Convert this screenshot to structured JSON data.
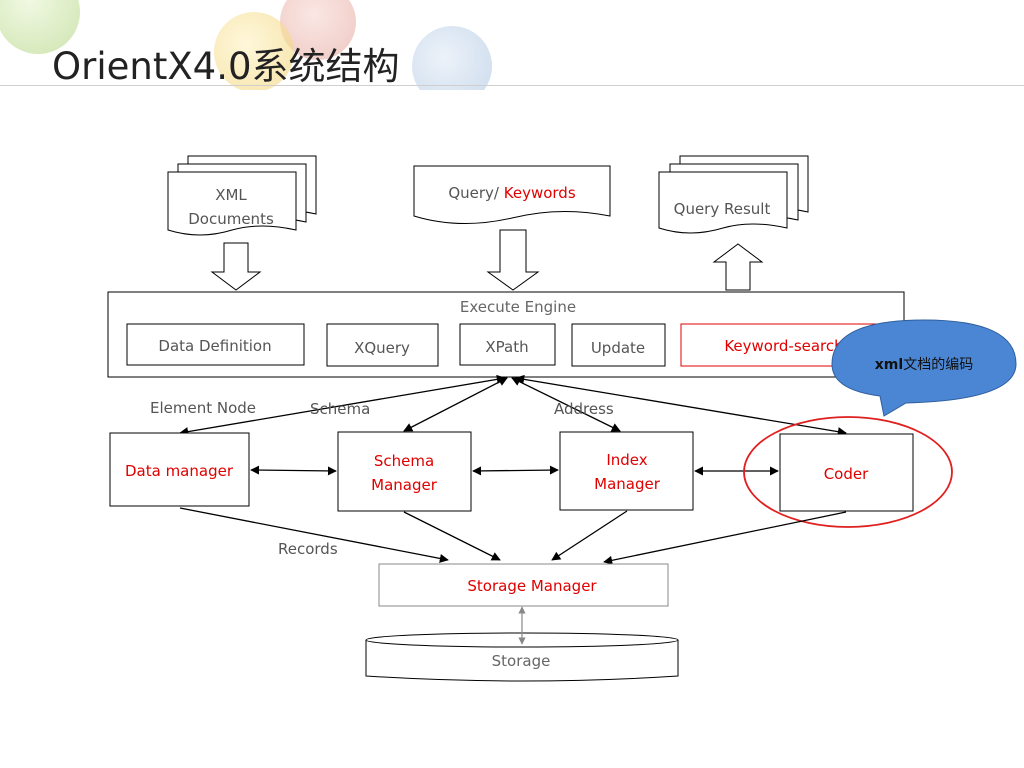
{
  "slide": {
    "title": "OrientX4.0系统结构"
  },
  "diagram": {
    "inputs": {
      "xml_documents_line1": "XML",
      "xml_documents_line2": "Documents",
      "query_prefix": "Query/ ",
      "query_keywords": "Keywords",
      "query_result": "Query Result"
    },
    "execute_engine": {
      "label": "Execute Engine",
      "modules": {
        "data_definition": "Data Definition",
        "xquery": "XQuery",
        "xpath": "XPath",
        "update": "Update",
        "keyword_search": "Keyword-search"
      }
    },
    "edge_labels": {
      "element_node": "Element Node",
      "schema": "Schema",
      "address": "Address",
      "records": "Records"
    },
    "managers": {
      "data_manager": "Data manager",
      "schema_manager_line1": "Schema",
      "schema_manager_line2": "Manager",
      "index_manager_line1": "Index",
      "index_manager_line2": "Manager",
      "coder": "Coder"
    },
    "storage_manager": "Storage Manager",
    "storage": "Storage",
    "callout": {
      "bold": "xml",
      "text": "文档的编码"
    }
  },
  "colors": {
    "red_text": "#e00000",
    "grey_text": "#666666",
    "callout_fill": "#4a86d4",
    "highlight_ellipse": "#e02020",
    "lines": "#000000"
  }
}
